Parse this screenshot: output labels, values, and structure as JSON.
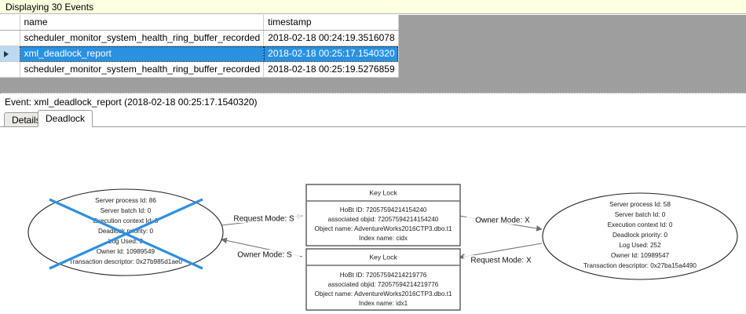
{
  "banner": {
    "text": "Displaying 30 Events"
  },
  "grid": {
    "columns": [
      "",
      "name",
      "timestamp"
    ],
    "rows": [
      {
        "selector": "",
        "name": "scheduler_monitor_system_health_ring_buffer_recorded",
        "timestamp": "2018-02-18 00:24:19.3516078",
        "selected": false
      },
      {
        "selector": "row-pointer",
        "name": "xml_deadlock_report",
        "timestamp": "2018-02-18 00:25:17.1540320",
        "selected": true
      },
      {
        "selector": "",
        "name": "scheduler_monitor_system_health_ring_buffer_recorded",
        "timestamp": "2018-02-18 00:25:19.5276859",
        "selected": false
      }
    ]
  },
  "event_header": {
    "text": "Event: xml_deadlock_report (2018-02-18 00:25:17.1540320)"
  },
  "tabs": [
    {
      "label": "Details",
      "active": false
    },
    {
      "label": "Deadlock",
      "active": true
    }
  ],
  "deadlock_graph": {
    "process_left": {
      "is_victim": true,
      "lines": [
        "Server process Id: 86",
        "Server batch Id: 0",
        "Execution context Id: 0",
        "Deadlock priority: 0",
        "Log Used: 0",
        "Owner Id: 10989549",
        "Transaction descriptor: 0x27b985d1ae0"
      ]
    },
    "process_right": {
      "is_victim": false,
      "lines": [
        "Server process Id: 58",
        "Server batch Id: 0",
        "Execution context Id: 0",
        "Deadlock priority: 0",
        "Log Used: 252",
        "Owner Id: 10989547",
        "Transaction descriptor: 0x27ba15a4490"
      ]
    },
    "lock_top": {
      "title": "Key Lock",
      "lines": [
        "HoBt ID: 72057594214154240",
        "associated objid: 72057594214154240",
        "Object name: AdventureWorks2016CTP3.dbo.t1",
        "Index name: cidx"
      ]
    },
    "lock_bottom": {
      "title": "Key Lock",
      "lines": [
        "HoBt ID: 72057594214219776",
        "associated objid: 72057594214219776",
        "Object name: AdventureWorks2016CTP3.dbo.t1",
        "Index name: idx1"
      ]
    },
    "edges": [
      {
        "id": "left-request-top",
        "label": "Request Mode: S"
      },
      {
        "id": "top-owner-right",
        "label": "Owner Mode: X"
      },
      {
        "id": "bottom-owner-left",
        "label": "Owner Mode: S"
      },
      {
        "id": "right-request-bottom",
        "label": "Request Mode: X"
      }
    ]
  },
  "colors": {
    "banner_bg": "#ffffe1",
    "selection_bg": "#2a91e0",
    "victim_line": "#2f8fe0",
    "grid_empty_bg": "#9e9e9e"
  }
}
